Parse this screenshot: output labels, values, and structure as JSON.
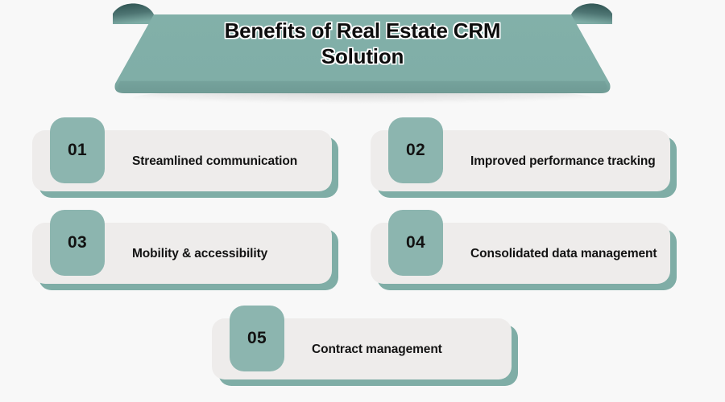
{
  "banner": {
    "title": "Benefits of Real Estate CRM Solution",
    "title_line_1": "Benefits of Real Estate CRM",
    "title_line_2": "Solution",
    "fill_color": "#81afa8",
    "fold_color": "#355b5a"
  },
  "theme": {
    "page_background": "#f8f8f8",
    "card_background": "#eeeceb",
    "badge_color": "#8cb5af",
    "card_shadow_color": "#7fada6",
    "text_color": "#131313"
  },
  "cards": [
    {
      "number": "01",
      "label": "Streamlined communication"
    },
    {
      "number": "02",
      "label": "Improved performance tracking"
    },
    {
      "number": "03",
      "label": "Mobility & accessibility"
    },
    {
      "number": "04",
      "label": "Consolidated data management"
    },
    {
      "number": "05",
      "label": "Contract management"
    }
  ]
}
